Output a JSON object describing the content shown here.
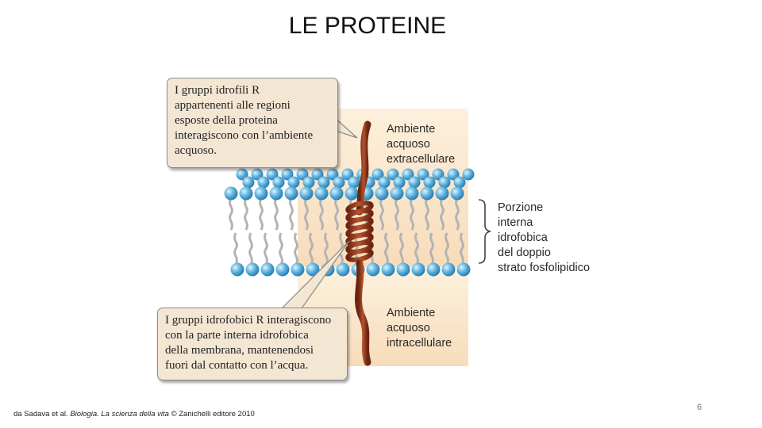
{
  "slide": {
    "title": "LE PROTEINE",
    "page_number": "6",
    "credit": {
      "prefix": "da Sadava et al. ",
      "italic": "Biologia. La scienza della vita",
      "suffix": " © Zanichelli editore 2010"
    }
  },
  "figure": {
    "callout_top": [
      "I gruppi idrofili R",
      "appartenenti alle regioni",
      "esposte della proteina",
      "interagiscono con l’ambiente",
      "acquoso."
    ],
    "callout_bottom": [
      "I gruppi idrofobici R interagiscono",
      "con la parte interna idrofobica",
      "della membrana, mantenendosi",
      "fuori dal contatto con l’acqua."
    ],
    "label_extracellular": [
      "Ambiente",
      "acquoso",
      "extracellulare"
    ],
    "label_intracellular": [
      "Ambiente",
      "acquoso",
      "intracellulare"
    ],
    "label_interior": [
      "Porzione",
      "interna",
      "idrofobica",
      "del doppio",
      "strato fosfolipidico"
    ],
    "colors": {
      "water_background": "#fbe6c8",
      "phospholipid_head": "#4fa8d8",
      "lipid_tail": "#b3b3b3",
      "protein_helix": "#8b3318",
      "callout_fill": "#f3e7d4"
    }
  }
}
